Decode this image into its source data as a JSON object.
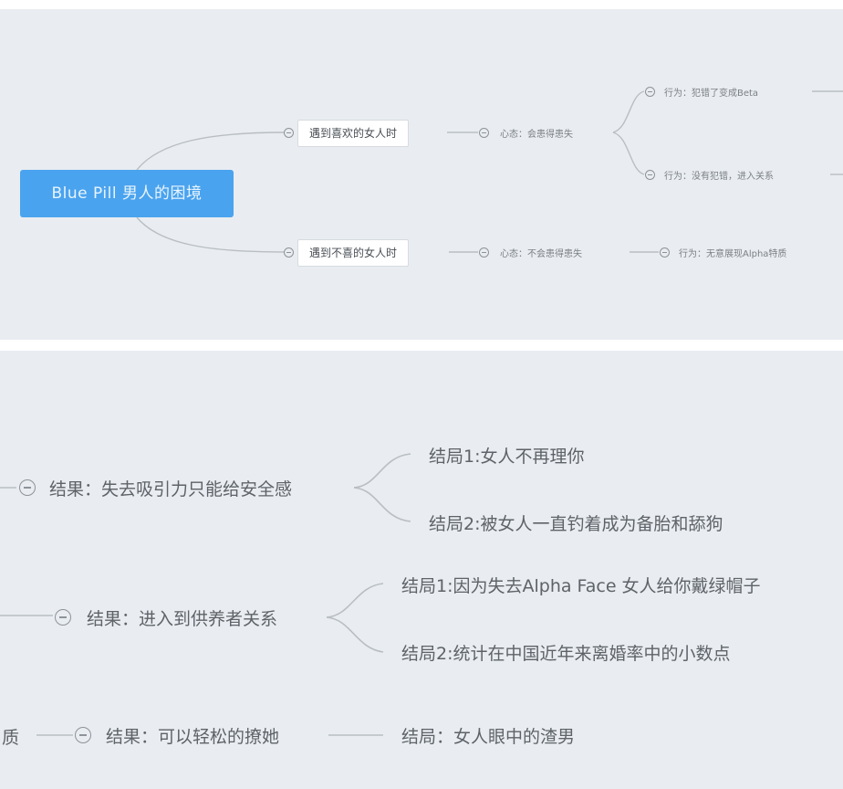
{
  "top": {
    "root_label": "Blue Pill 男人的困境",
    "branch_like": {
      "label": "遇到喜欢的女人时",
      "mindset": "心态：会患得患失",
      "behavior_a": "行为：犯错了变成Beta",
      "behavior_b": "行为：没有犯错，进入关系"
    },
    "branch_dislike": {
      "label": "遇到不喜的女人时",
      "mindset": "心态：不会患得患失",
      "behavior": "行为：无意展现Alpha特质"
    }
  },
  "bottom": {
    "result_1": {
      "label": "结果：失去吸引力只能给安全感",
      "ending_1": "结局1:女人不再理你",
      "ending_2": "结局2:被女人一直钓着成为备胎和舔狗"
    },
    "result_2": {
      "label": "结果：进入到供养者关系",
      "ending_1": "结局1:因为失去Alpha Face 女人给你戴绿帽子",
      "ending_2": "结局2:统计在中国近年来离婚率中的小数点"
    },
    "result_3": {
      "prefix_fragment": "质",
      "label": "结果：可以轻松的撩她",
      "ending": "结局：女人眼中的渣男"
    }
  }
}
